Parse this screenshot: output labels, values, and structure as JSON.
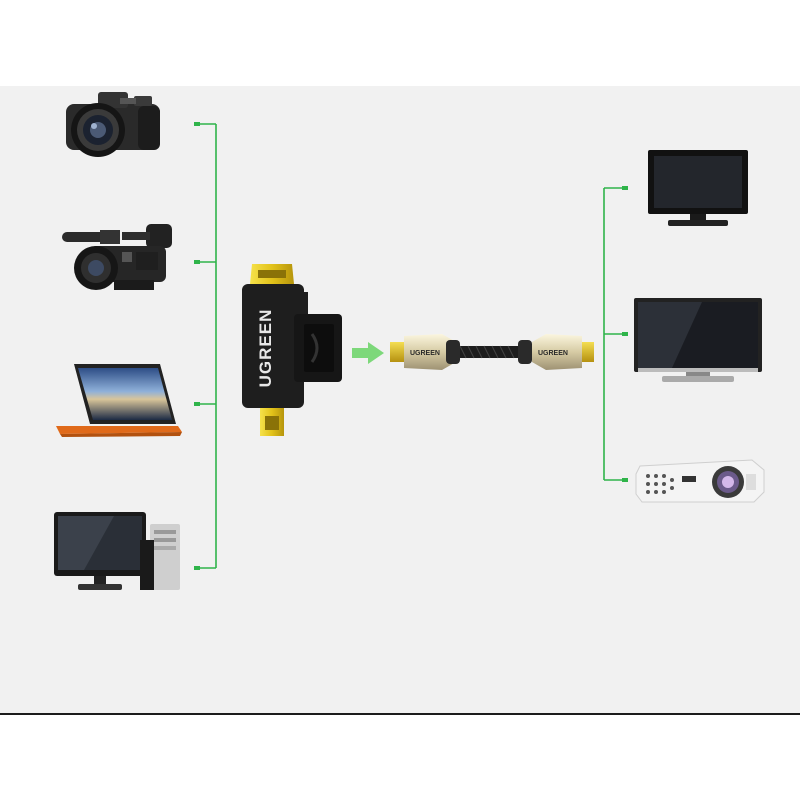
{
  "diagram": {
    "adapter_brand": "UGREEN",
    "cable_brand_left": "UGREEN",
    "cable_brand_right": "UGREEN",
    "source_devices": [
      {
        "name": "dslr-camera"
      },
      {
        "name": "camcorder"
      },
      {
        "name": "convertible-laptop"
      },
      {
        "name": "desktop-computer"
      }
    ],
    "display_devices": [
      {
        "name": "crt-tv"
      },
      {
        "name": "flat-panel-tv"
      },
      {
        "name": "projector"
      }
    ],
    "colors": {
      "connector_line": "#2fb44a",
      "arrow": "#7dd87a",
      "gold": "#e2c21a",
      "panel_bg": "#f1f1f1"
    }
  }
}
